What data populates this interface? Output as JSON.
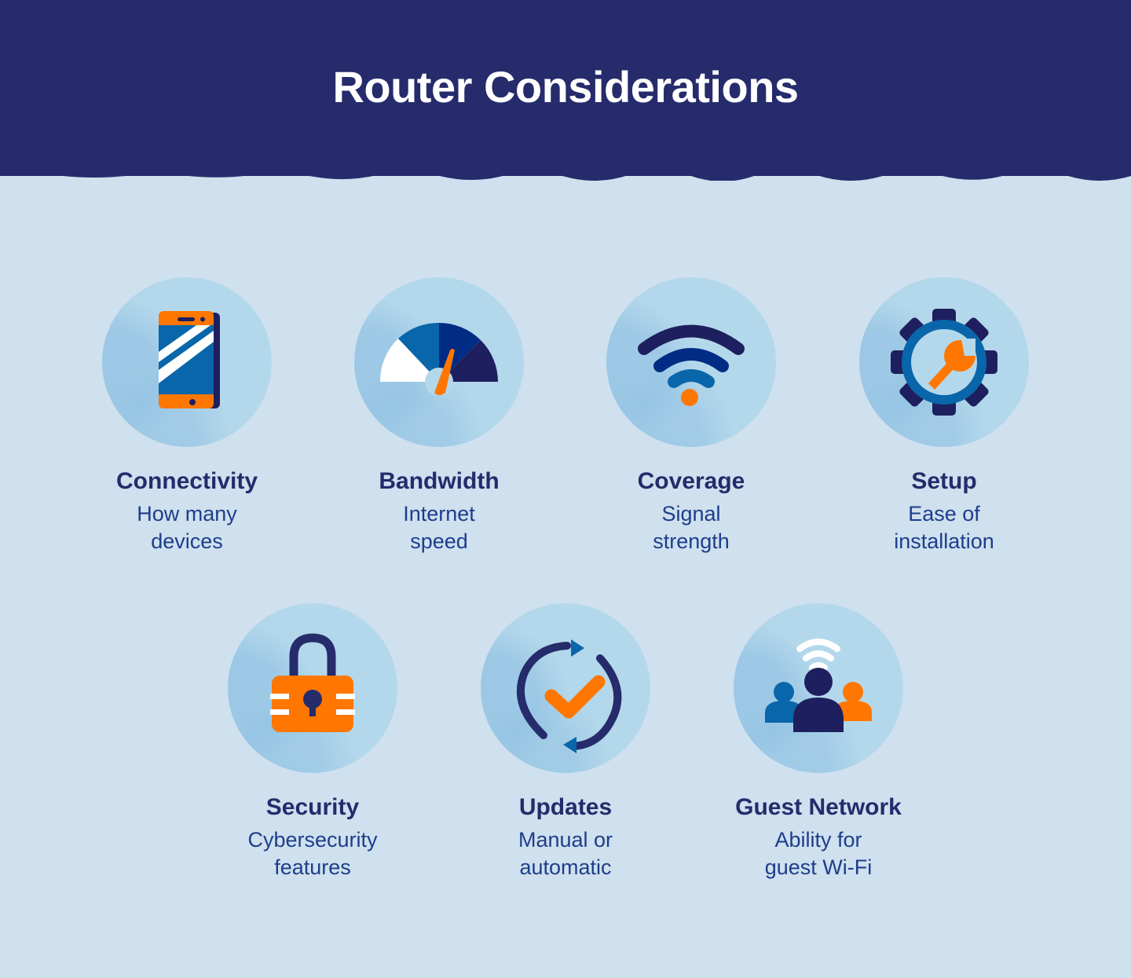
{
  "header": {
    "title": "Router Considerations"
  },
  "colors": {
    "header_bg": "#252b6b",
    "page_bg": "#cfe0ee",
    "circle_bg": "#b4d8eb",
    "navy": "#252b6b",
    "blue": "#0a66aa",
    "mid_navy": "#002c84",
    "orange": "#ff7700",
    "white": "#ffffff"
  },
  "items": [
    {
      "label": "Connectivity",
      "desc_line1": "How many",
      "desc_line2": "devices",
      "icon": "smartphone-icon"
    },
    {
      "label": "Bandwidth",
      "desc_line1": "Internet",
      "desc_line2": "speed",
      "icon": "speedometer-icon"
    },
    {
      "label": "Coverage",
      "desc_line1": "Signal",
      "desc_line2": "strength",
      "icon": "wifi-icon"
    },
    {
      "label": "Setup",
      "desc_line1": "Ease of",
      "desc_line2": "installation",
      "icon": "gear-wrench-icon"
    },
    {
      "label": "Security",
      "desc_line1": "Cybersecurity",
      "desc_line2": "features",
      "icon": "padlock-icon"
    },
    {
      "label": "Updates",
      "desc_line1": "Manual or",
      "desc_line2": "automatic",
      "icon": "sync-check-icon"
    },
    {
      "label": "Guest Network",
      "desc_line1": "Ability for",
      "desc_line2": "guest Wi-Fi",
      "icon": "guest-users-wifi-icon"
    }
  ]
}
